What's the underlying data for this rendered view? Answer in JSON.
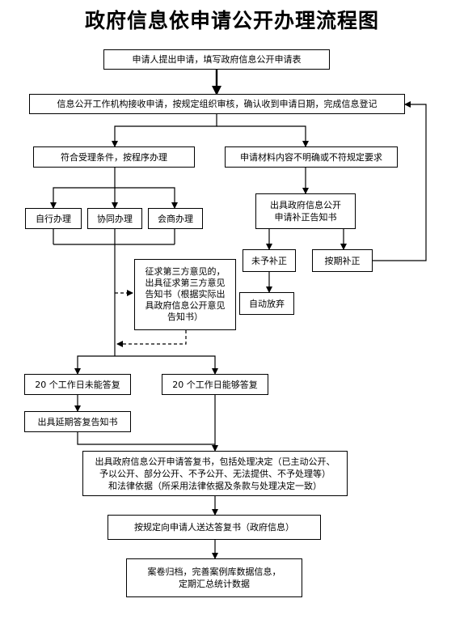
{
  "title": "政府信息依申请公开办理流程图",
  "nodes": {
    "apply": "申请人提出申请，填写政府信息公开申请表",
    "receive": "信息公开工作机构接收申请，按规定组织审核，确认收到申请日期，完成信息登记",
    "accept": "符合受理条件，按程序办理",
    "unclear": "申请材料内容不明确或不符规定要求",
    "self": "自行办理",
    "assist": "协同办理",
    "consult": "会商办理",
    "supplement_notice": [
      "出具政府信息公开",
      "申请补正告知书"
    ],
    "no_supplement": "未予补正",
    "supplement_on_time": "按期补正",
    "auto_abandon": "自动放弃",
    "third_party": [
      "征求第三方意见的，",
      "出具征求第三方意见",
      "告知书（根据实际出",
      "具政府信息公开意见",
      "告知书）"
    ],
    "not_able": "20 个工作日未能答复",
    "able": "20 个工作日能够答复",
    "delay": "出具延期答复告知书",
    "reply": [
      "出具政府信息公开申请答复书，包括处理决定（已主动公开、",
      "予以公开、部分公开、不予公开、无法提供、不予处理等）",
      "和法律依据（所采用法律依据及条款与处理决定一致）"
    ],
    "deliver": "按规定向申请人送达答复书（政府信息）",
    "archive": [
      "案卷归档，完善案例库数据信息，",
      "定期汇总统计数据"
    ]
  }
}
